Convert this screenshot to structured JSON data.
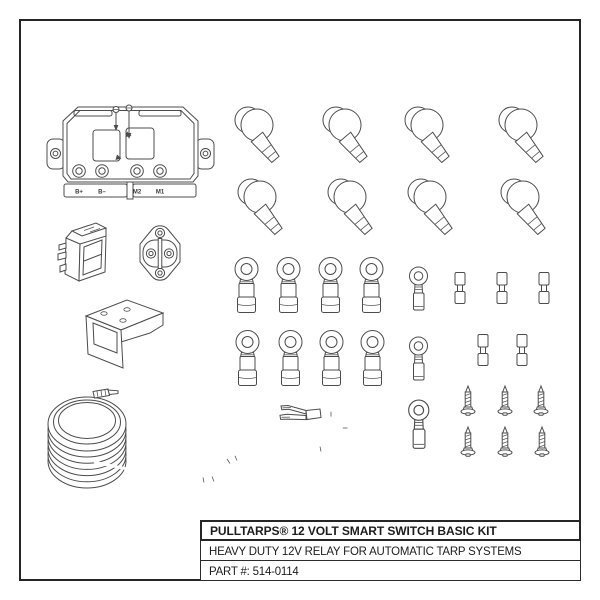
{
  "title_block": {
    "line1": "PULLTARPS® 12 VOLT SMART SWITCH BASIC KIT",
    "line2": "HEAVY DUTY 12V RELAY FOR AUTOMATIC TARP SYSTEMS",
    "line3": "PART #: 514-0114"
  },
  "relay": {
    "terminal_labels": [
      "B+",
      "B–",
      "M2",
      "M1"
    ]
  },
  "parts": [
    {
      "name": "smart-switch-relay-module",
      "qty": 1
    },
    {
      "name": "rocker-switch",
      "qty": 1
    },
    {
      "name": "circuit-breaker",
      "qty": 1
    },
    {
      "name": "mounting-bracket",
      "qty": 1
    },
    {
      "name": "coiled-wire-harness",
      "qty": 1
    },
    {
      "name": "terminal-boot",
      "qty": 8
    },
    {
      "name": "ring-terminal-large",
      "qty": 8
    },
    {
      "name": "ring-terminal-small",
      "qty": 3
    },
    {
      "name": "butt-connector",
      "qty": 5
    },
    {
      "name": "screw",
      "qty": 6
    }
  ],
  "colors": {
    "line": "#4c4c4c",
    "border": "#262626",
    "background": "#ffffff",
    "text": "#1d1d1d"
  }
}
